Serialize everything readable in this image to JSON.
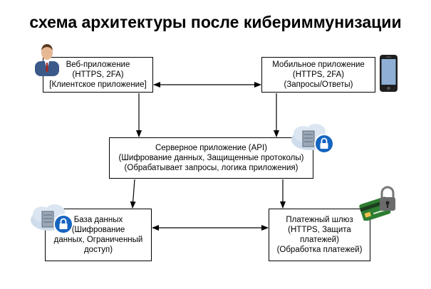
{
  "title": "схема архитектуры после кибериммунизации",
  "nodes": {
    "web": {
      "lines": [
        "Веб-приложение",
        "(HTTPS, 2FA)",
        "[Клиентское приложение]"
      ],
      "icon": "user-icon"
    },
    "mobile": {
      "lines": [
        "Мобильное приложение",
        "(HTTPS, 2FA)",
        "(Запросы/Ответы)"
      ],
      "icon": "smartphone-icon"
    },
    "server": {
      "lines": [
        "Серверное приложение (API)",
        "(Шифрование данных, Защищенные протоколы)",
        "(Обрабатывает запросы, логика приложения)"
      ],
      "icon": "cloud-server-lock-icon"
    },
    "db": {
      "lines": [
        "База данных",
        "(Шифрование",
        "данных, Ограниченный",
        "доступ)"
      ],
      "icon": "cloud-server-lock-icon"
    },
    "payment": {
      "lines": [
        "Платежный шлюз",
        "(HTTPS, Защита",
        "платежей)",
        "(Обработка платежей)"
      ],
      "icon": "credit-card-lock-icon"
    }
  },
  "edges": [
    {
      "from": "web",
      "to": "mobile",
      "direction": "both"
    },
    {
      "from": "web",
      "to": "server",
      "direction": "forward"
    },
    {
      "from": "mobile",
      "to": "server",
      "direction": "forward"
    },
    {
      "from": "server",
      "to": "db",
      "direction": "forward"
    },
    {
      "from": "server",
      "to": "payment",
      "direction": "forward"
    },
    {
      "from": "db",
      "to": "payment",
      "direction": "both"
    }
  ],
  "colors": {
    "line": "#000000",
    "node_fill": "#ffffff",
    "lock": "#1565c0",
    "card": "#2e7d32"
  }
}
